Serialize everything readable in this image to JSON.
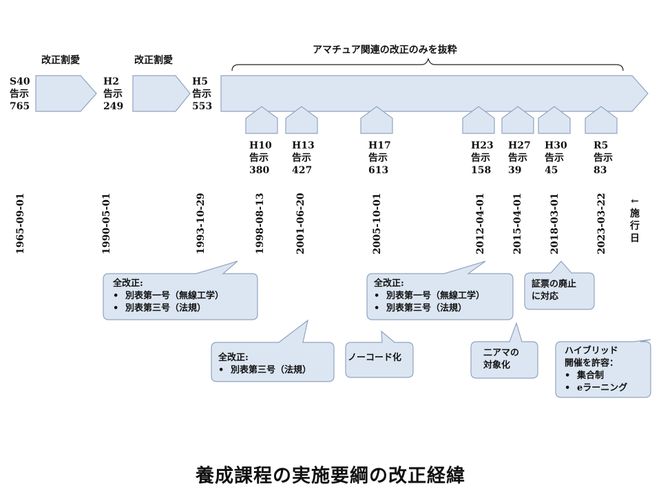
{
  "chart_data": {
    "type": "timeline",
    "title": "養成課程の実施要綱の改正経緯",
    "labels": {
      "kaisei_1": "改正割愛",
      "kaisei_2": "改正割愛",
      "amateur_only": "アマチュア関連の改正のみを抜粋",
      "effective_date": [
        "←",
        "施",
        "行",
        "日"
      ]
    },
    "main_notices": [
      {
        "era": "S40",
        "kind": "告示",
        "no": "765",
        "date": "1965-09-01"
      },
      {
        "era": "H2",
        "kind": "告示",
        "no": "249",
        "date": "1990-05-01"
      },
      {
        "era": "H5",
        "kind": "告示",
        "no": "553",
        "date": "1993-10-29"
      }
    ],
    "amendments": [
      {
        "era": "H10",
        "kind": "告示",
        "no": "380",
        "date": "1998-08-13"
      },
      {
        "era": "H13",
        "kind": "告示",
        "no": "427",
        "date": "2001-06-20"
      },
      {
        "era": "H17",
        "kind": "告示",
        "no": "613",
        "date": "2005-10-01"
      },
      {
        "era": "H23",
        "kind": "告示",
        "no": "158",
        "date": "2012-04-01"
      },
      {
        "era": "H27",
        "kind": "告示",
        "no": "39",
        "date": "2015-04-01"
      },
      {
        "era": "H30",
        "kind": "告示",
        "no": "45",
        "date": "2018-03-01"
      },
      {
        "era": "R5",
        "kind": "告示",
        "no": "83",
        "date": "2023-03-22"
      }
    ],
    "callouts": [
      {
        "heading": "全改正:",
        "items": [
          "別表第一号（無線工学）",
          "別表第三号（法規）"
        ]
      },
      {
        "heading": "全改正:",
        "items": [
          "別表第三号（法規）"
        ]
      },
      {
        "lines": [
          "ノーコード化"
        ]
      },
      {
        "heading": "全改正:",
        "items": [
          "別表第一号（無線工学）",
          "別表第三号（法規）"
        ]
      },
      {
        "lines": [
          "二アマの",
          "対象化"
        ]
      },
      {
        "lines": [
          "証票の廃止",
          "に対応"
        ]
      },
      {
        "lines": [
          "ハイブリッド",
          "開催を許容："
        ],
        "items": [
          "集合制",
          "eラーニング"
        ]
      }
    ],
    "colors": {
      "fill": "#dce6f2",
      "stroke": "#8fa3bf",
      "text": "#111111"
    }
  }
}
